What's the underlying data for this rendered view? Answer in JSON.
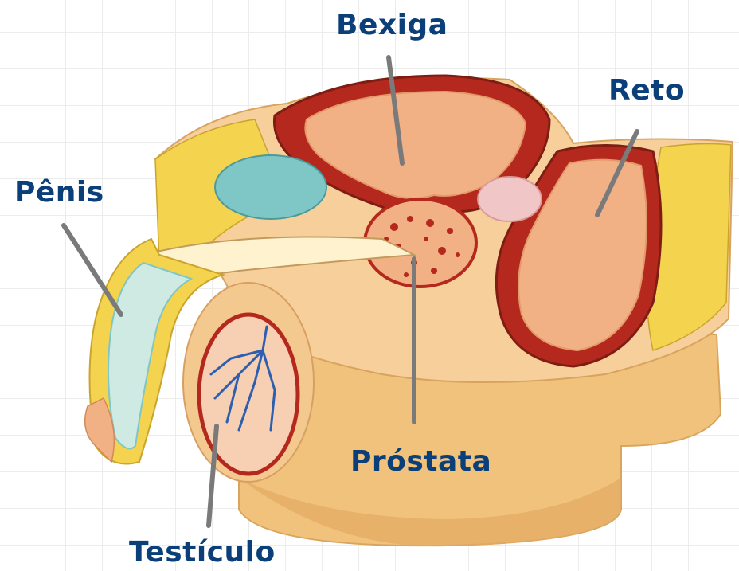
{
  "labels": {
    "bexiga": "Bexiga",
    "reto": "Reto",
    "penis": "Pênis",
    "prostata": "Próstata",
    "testiculo": "Testículo"
  },
  "colors": {
    "label_text": "#0b3f7a",
    "leader_line": "#7a7a7a",
    "muscle_red": "#b5281e",
    "dark_red": "#7d1d14",
    "tissue_peach": "#f2b184",
    "fat_yellow": "#f4d34e",
    "base_tan": "#f1c27c",
    "teal_duct": "#7fc6c6",
    "vein_blue": "#2d5fb0"
  }
}
